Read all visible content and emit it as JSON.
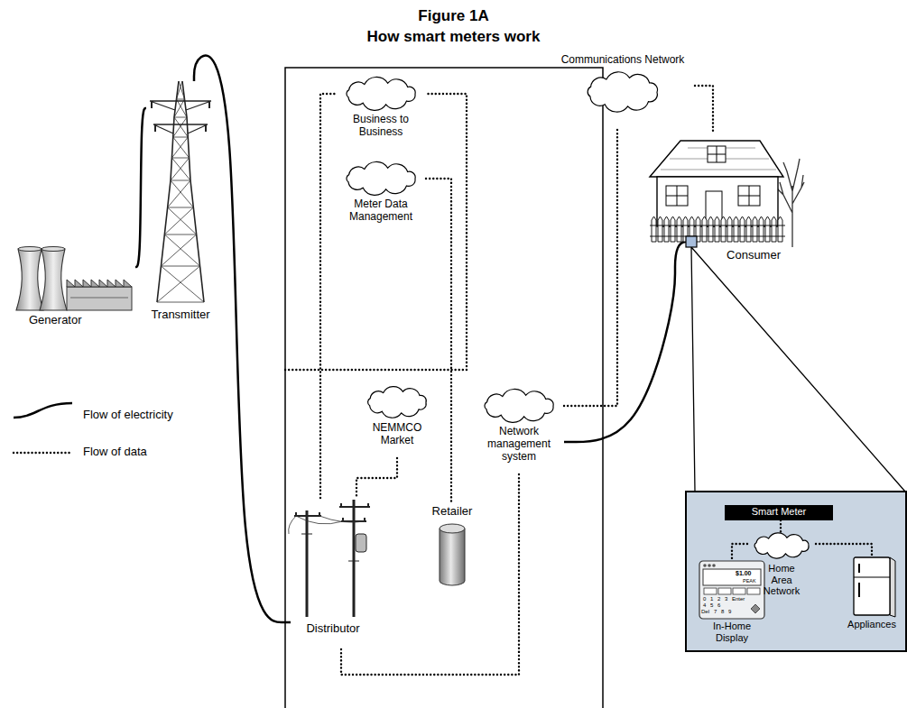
{
  "diagram": {
    "title": "Figure 1A",
    "nodes": [
      {
        "text": [
          "Business to Business"
        ]
      },
      {
        "text": [
          "Meter Data Management"
        ]
      },
      {
        "text": [
          "Communications Network"
        ]
      },
      {
        "text": [
          "Consumer"
        ]
      },
      {
        "text": [
          "Generator"
        ]
      },
      {
        "text": [
          "Transmitter"
        ]
      },
      {
        "text": [
          "NEMMCO Market"
        ]
      },
      {
        "text": [
          "Network management system"
        ]
      },
      {
        "text": [
          "Distributor"
        ]
      },
      {
        "text": [
          "Retailer"
        ]
      },
      {
        "text": [
          "Smart Meter"
        ]
      },
      {
        "text": [
          "Home Area Network"
        ]
      },
      {
        "text": [
          "In-Home Display"
        ]
      },
      {
        "text": [
          "Appliances"
        ]
      }
    ],
    "edges": [
      {
        "from": 4,
        "to": 5,
        "arrow": "none"
      },
      {
        "from": 5,
        "to": 8,
        "arrow": "none"
      },
      {
        "from": 8,
        "to": 0,
        "arrow": "none"
      },
      {
        "from": 1,
        "to": 9,
        "arrow": "none"
      },
      {
        "from": 6,
        "to": 8,
        "arrow": "none"
      },
      {
        "from": 8,
        "to": 7,
        "arrow": "none"
      },
      {
        "from": 7,
        "to": 2,
        "arrow": "none"
      },
      {
        "from": 2,
        "to": 3,
        "arrow": "none"
      },
      {
        "from": 7,
        "to": 3,
        "arrow": "none"
      },
      {
        "from": 10,
        "to": 11,
        "arrow": "none"
      },
      {
        "from": 11,
        "to": 12,
        "arrow": "none"
      },
      {
        "from": 11,
        "to": 13,
        "arrow": "none"
      }
    ],
    "labels": [
      "How smart meters work",
      "$1.00",
      "PEAK",
      "0",
      "1",
      "2",
      "3",
      "Enter",
      "4",
      "5",
      "6",
      "Del",
      "7",
      "8",
      "9"
    ],
    "legend": [
      {
        "text": "Flow of electricity"
      },
      {
        "text": "Flow of data"
      }
    ]
  }
}
